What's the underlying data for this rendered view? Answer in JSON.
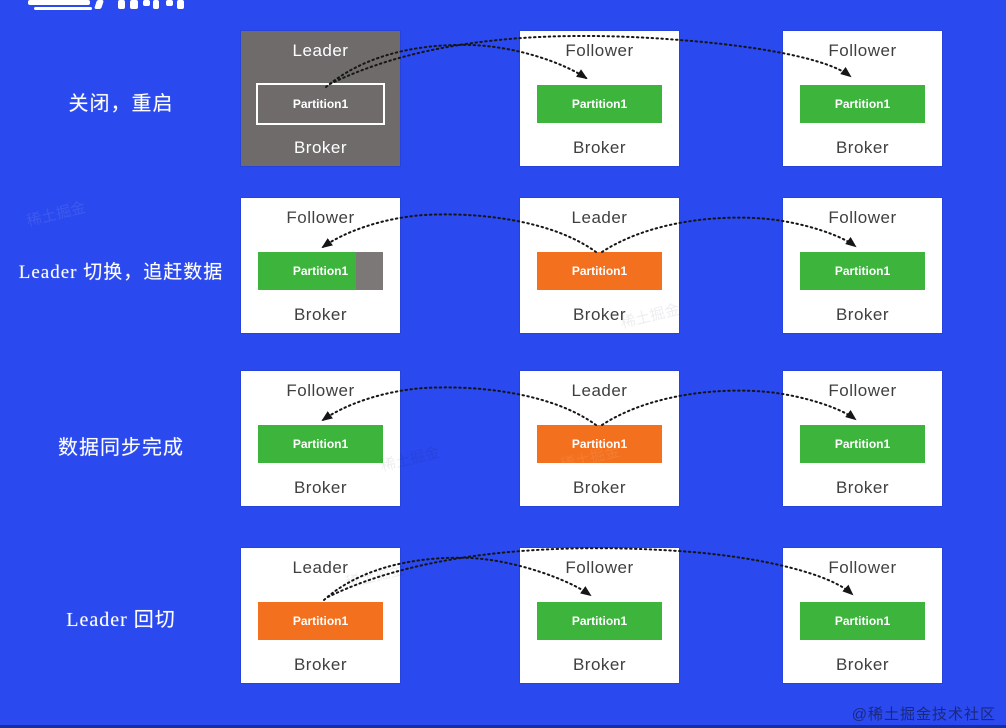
{
  "page": {
    "background_color": "#2a49ee",
    "footer_watermark": "@稀土掘金技术社区",
    "faint_watermark": "稀土掘金"
  },
  "colors": {
    "leader_partition": "#f3701e",
    "follower_partition": "#3db53d",
    "offline_broker": "#6f6b6b",
    "unsynced_segment": "#7d7878",
    "arrow": "#161616",
    "box_background": "#ffffff"
  },
  "rows": [
    {
      "label": "关闭，重启",
      "brokers": [
        {
          "role": "Leader",
          "partition": "Partition1",
          "broker": "Broker",
          "variant": "gray",
          "partition_style": "gray-bordered"
        },
        {
          "role": "Follower",
          "partition": "Partition1",
          "broker": "Broker",
          "variant": "white",
          "partition_style": "green"
        },
        {
          "role": "Follower",
          "partition": "Partition1",
          "broker": "Broker",
          "variant": "white",
          "partition_style": "green"
        }
      ]
    },
    {
      "label": "Leader 切换，追赶数据",
      "brokers": [
        {
          "role": "Follower",
          "partition": "Partition1",
          "broker": "Broker",
          "variant": "white",
          "partition_style": "green-with-unsynced-tail"
        },
        {
          "role": "Leader",
          "partition": "Partition1",
          "broker": "Broker",
          "variant": "white",
          "partition_style": "orange"
        },
        {
          "role": "Follower",
          "partition": "Partition1",
          "broker": "Broker",
          "variant": "white",
          "partition_style": "green"
        }
      ]
    },
    {
      "label": "数据同步完成",
      "brokers": [
        {
          "role": "Follower",
          "partition": "Partition1",
          "broker": "Broker",
          "variant": "white",
          "partition_style": "green"
        },
        {
          "role": "Leader",
          "partition": "Partition1",
          "broker": "Broker",
          "variant": "white",
          "partition_style": "orange"
        },
        {
          "role": "Follower",
          "partition": "Partition1",
          "broker": "Broker",
          "variant": "white",
          "partition_style": "green"
        }
      ]
    },
    {
      "label": "Leader 回切",
      "brokers": [
        {
          "role": "Leader",
          "partition": "Partition1",
          "broker": "Broker",
          "variant": "white",
          "partition_style": "orange"
        },
        {
          "role": "Follower",
          "partition": "Partition1",
          "broker": "Broker",
          "variant": "white",
          "partition_style": "green"
        },
        {
          "role": "Follower",
          "partition": "Partition1",
          "broker": "Broker",
          "variant": "white",
          "partition_style": "green"
        }
      ]
    }
  ]
}
